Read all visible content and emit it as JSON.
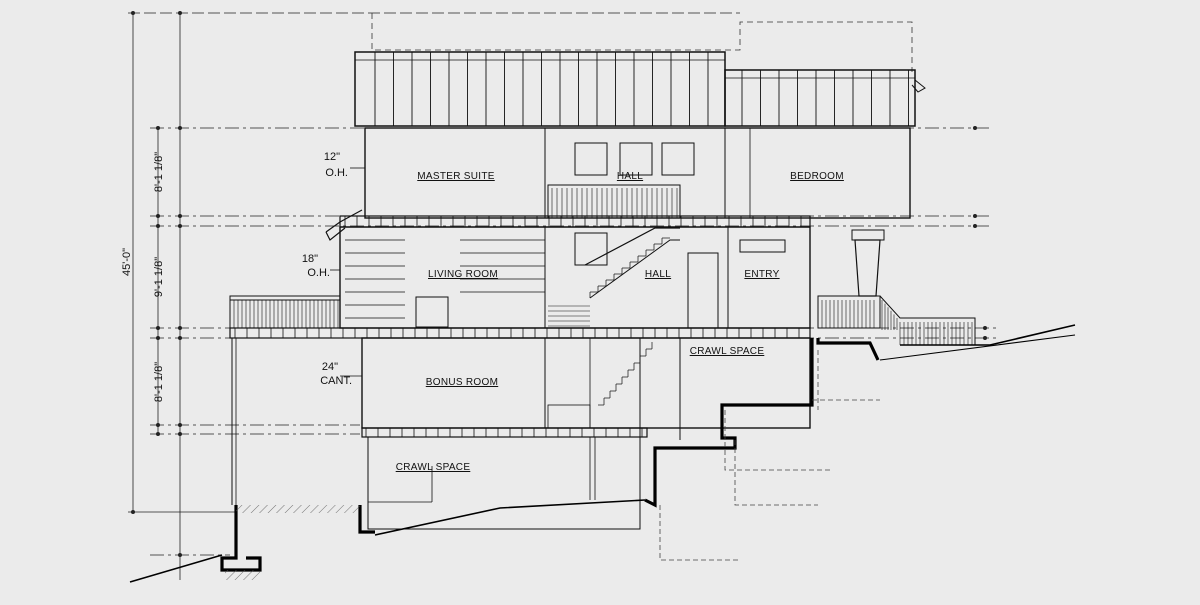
{
  "drawing": {
    "overall_height": "45'-0\"",
    "floor_heights": [
      "8'-1 1/8\"",
      "9'-1 1/8\"",
      "8'-1 1/8\""
    ],
    "overhang_upper": {
      "size": "12\"",
      "unit": "O.H."
    },
    "overhang_main": {
      "size": "18\"",
      "unit": "O.H."
    },
    "cantilever": {
      "size": "24\"",
      "unit": "CANT."
    },
    "rooms": {
      "master_suite": "MASTER SUITE",
      "upper_hall": "HALL",
      "bedroom": "BEDROOM",
      "living_room": "LIVING ROOM",
      "main_hall": "HALL",
      "entry": "ENTRY",
      "crawl_space_upper": "CRAWL SPACE",
      "bonus_room": "BONUS ROOM",
      "crawl_space_lower": "CRAWL SPACE"
    }
  }
}
